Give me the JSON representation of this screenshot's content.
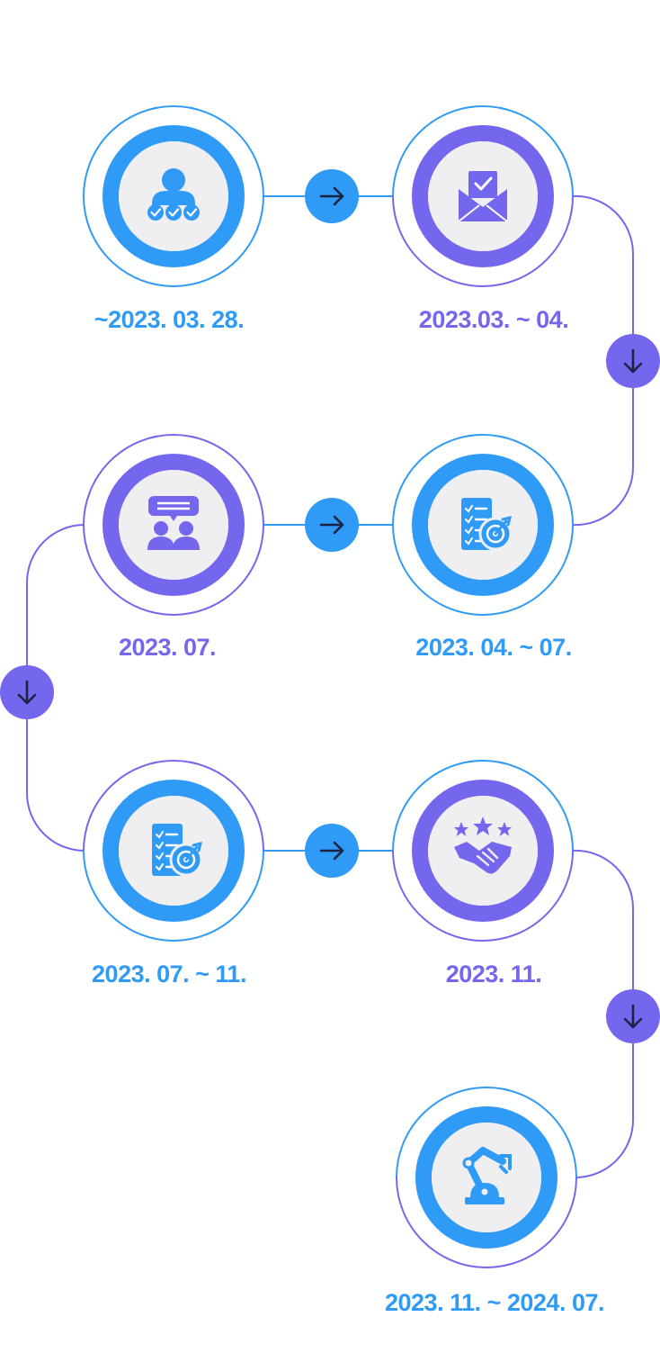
{
  "colors": {
    "blue": "#2F9BF6",
    "purple": "#7566EE",
    "icon_bg": "#EFEFF1",
    "arrow_glyph": "#1C2340"
  },
  "steps": [
    {
      "date": "~2023. 03. 28.",
      "icon": "person-checks-icon",
      "theme": "blue"
    },
    {
      "date": "2023.03. ~ 04.",
      "icon": "envelope-check-icon",
      "theme": "purple"
    },
    {
      "date": "2023. 04. ~ 07.",
      "icon": "checklist-target-icon",
      "theme": "blue"
    },
    {
      "date": "2023. 07.",
      "icon": "meeting-icon",
      "theme": "purple"
    },
    {
      "date": "2023. 07. ~ 11.",
      "icon": "checklist-target-icon",
      "theme": "blue"
    },
    {
      "date": "2023. 11.",
      "icon": "handshake-stars-icon",
      "theme": "purple"
    },
    {
      "date": "2023. 11. ~ 2024. 07.",
      "icon": "robot-arm-icon",
      "theme": "blue"
    }
  ],
  "connectors": [
    {
      "from": 0,
      "to": 1,
      "direction": "right",
      "icon": "arrow-right-icon"
    },
    {
      "from": 1,
      "to": 2,
      "direction": "down",
      "icon": "arrow-down-icon"
    },
    {
      "from": 3,
      "to": 2,
      "direction": "right",
      "icon": "arrow-right-icon"
    },
    {
      "from": 3,
      "to": 4,
      "direction": "down",
      "icon": "arrow-down-icon"
    },
    {
      "from": 4,
      "to": 5,
      "direction": "right",
      "icon": "arrow-right-icon"
    },
    {
      "from": 5,
      "to": 6,
      "direction": "down",
      "icon": "arrow-down-icon"
    }
  ]
}
